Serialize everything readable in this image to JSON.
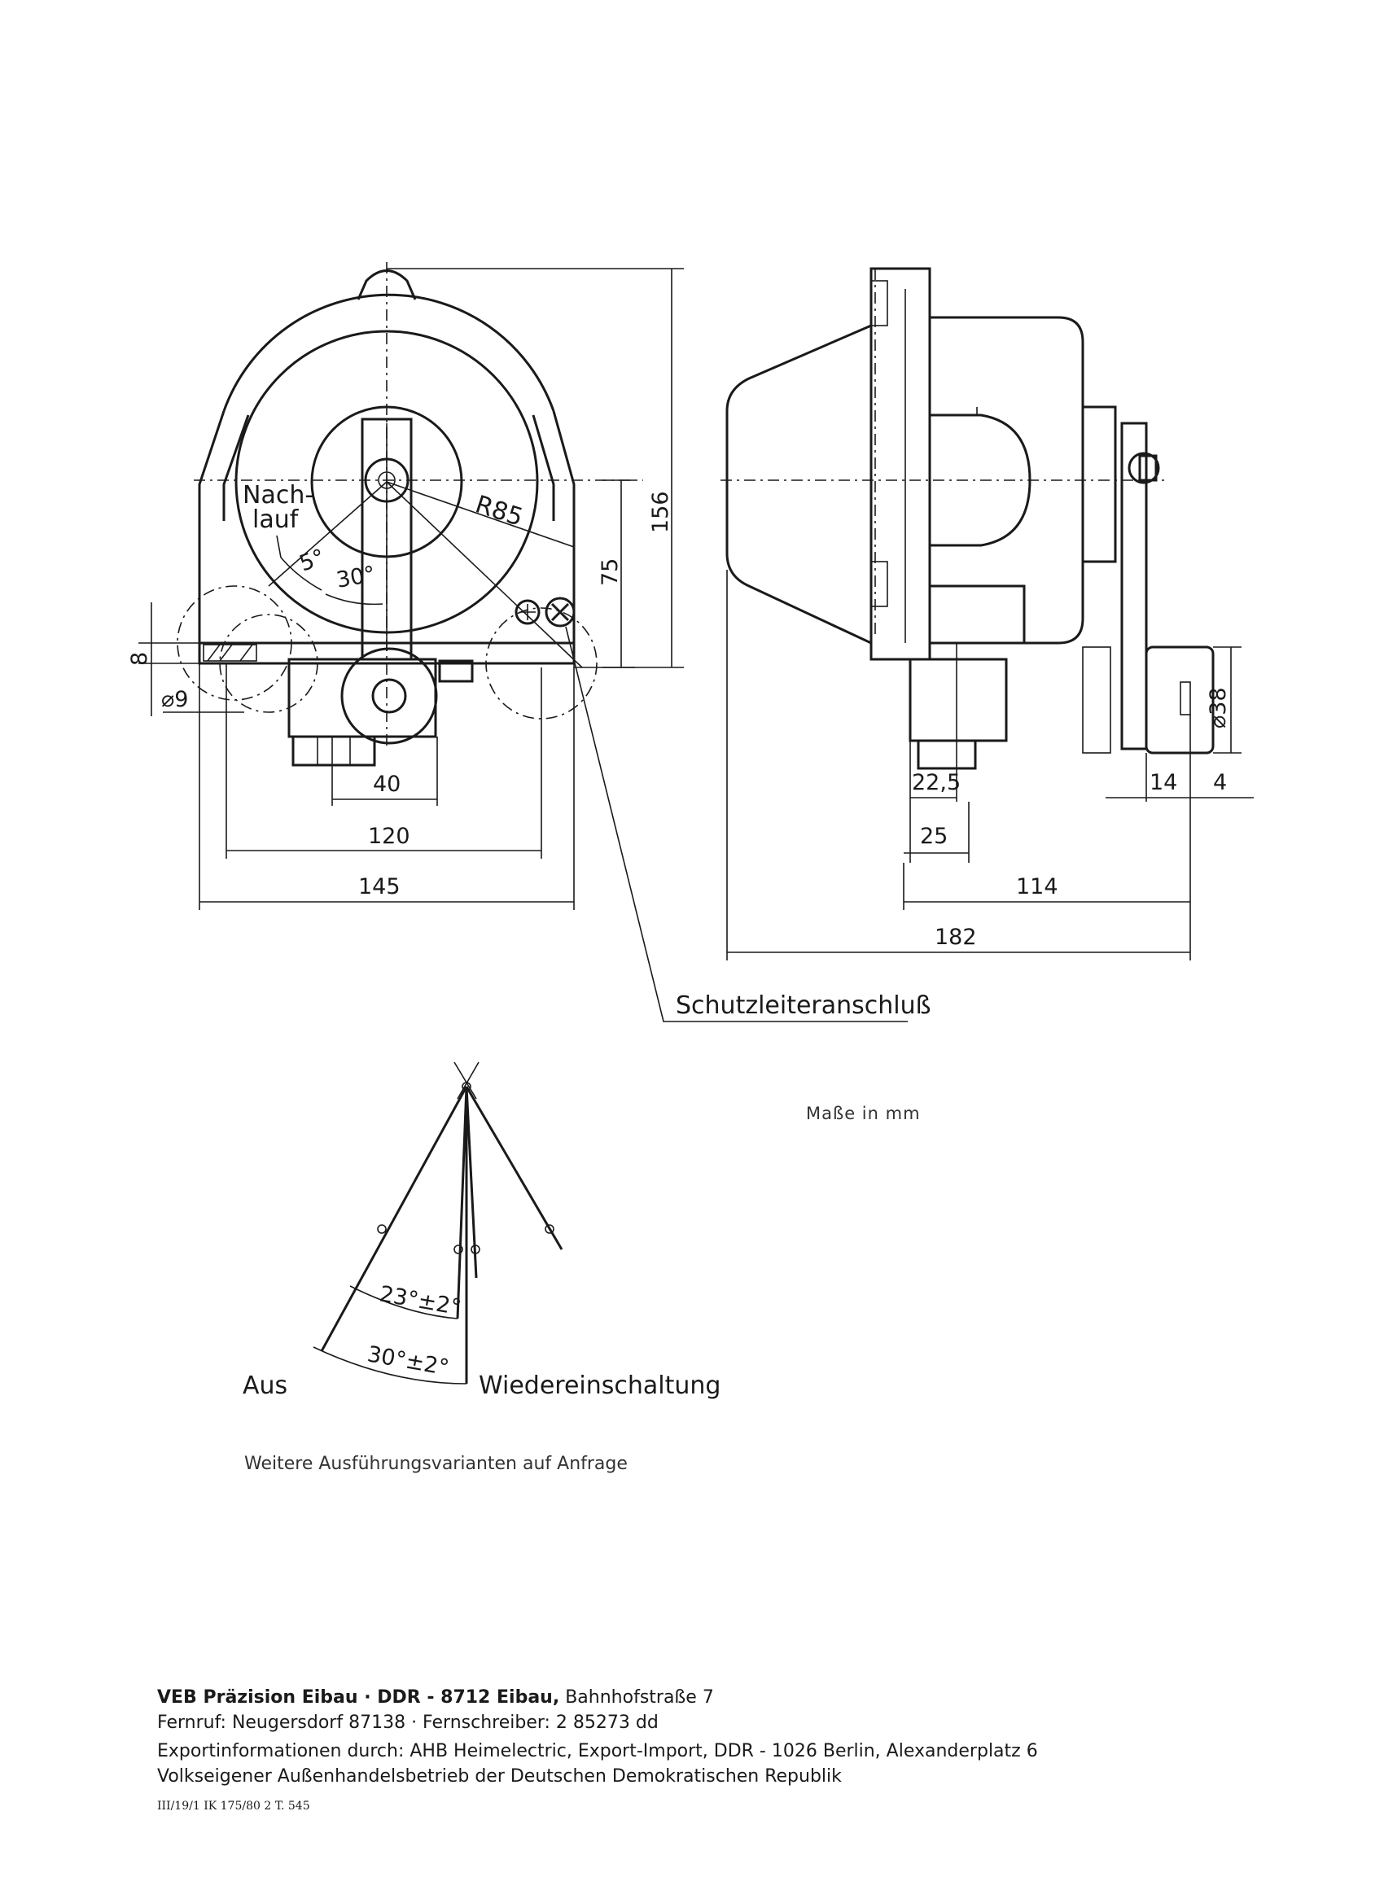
{
  "views": {
    "front": {
      "label_nachlauf_1": "Nach-",
      "label_nachlauf_2": "lauf",
      "angle_5": "5°",
      "angle_30": "30°",
      "radius": "R85",
      "dim_height_75": "75",
      "dim_height_156": "156",
      "dim_8": "8",
      "dim_dia9": "⌀9",
      "dim_40": "40",
      "dim_120": "120",
      "dim_145": "145"
    },
    "side": {
      "dim_22_5": "22,5",
      "dim_25": "25",
      "dim_14": "14",
      "dim_4": "4",
      "dim_dia38": "⌀38",
      "dim_114": "114",
      "dim_182": "182"
    },
    "ground_conductor_label": "Schutzleiteranschluß"
  },
  "angle_diagram": {
    "angle_23": "23°±2°",
    "angle_30": "30°±2°",
    "label_off": "Aus",
    "label_reset": "Wiedereinschaltung"
  },
  "notes": {
    "units": "Maße in mm",
    "variants": "Weitere Ausführungsvarianten auf Anfrage"
  },
  "footer": {
    "company": "VEB Präzision Eibau · DDR - 8712 Eibau,",
    "street": " Bahnhofstraße 7",
    "phone": "Fernruf: Neugersdorf 87138 · Fernschreiber: 2 85273 dd",
    "export": "Exportinformationen durch: AHB Heimelectric, Export-Import, DDR - 1026 Berlin, Alexanderplatz 6",
    "trade": "Volkseigener Außenhandelsbetrieb der Deutschen Demokratischen Republik",
    "ref": "III/19/1 IK 175/80 2 T. 545"
  }
}
